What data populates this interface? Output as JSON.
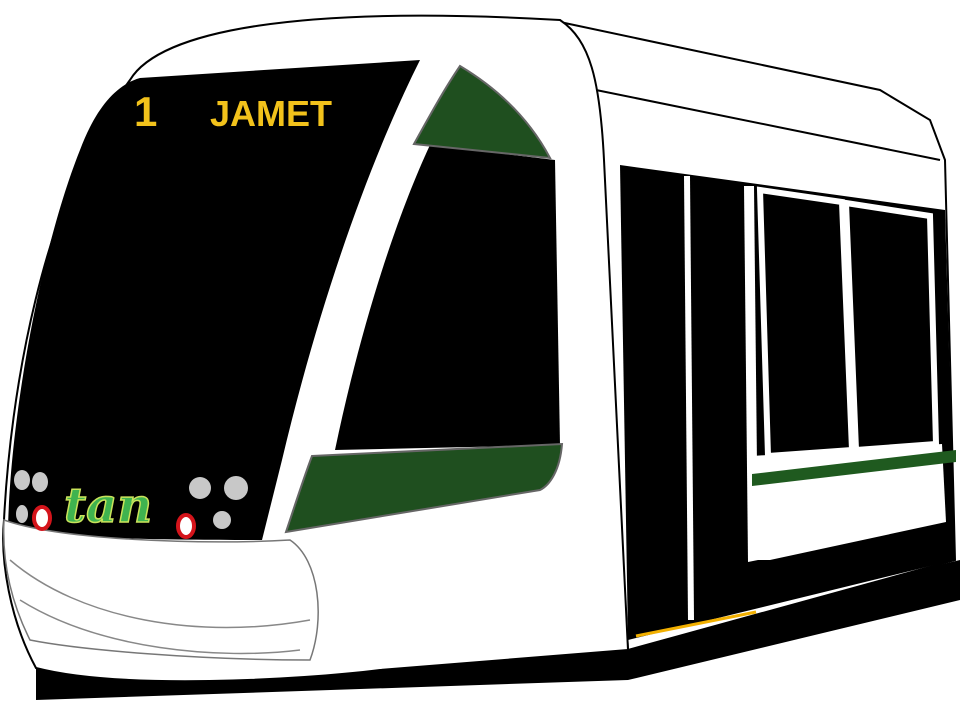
{
  "destination_sign": {
    "line_number": "1",
    "destination": "JAMET",
    "text_color": "#f2c21b"
  },
  "logo": {
    "text": "tan",
    "text_color": "#3fb34f",
    "outline_color": "#c9e35a"
  },
  "colors": {
    "body": "#ffffff",
    "glass": "#000000",
    "accent_green": "#1f4f1f",
    "stripe_green": "#1f5a1f",
    "headlight": "#c8c8c8",
    "tail_light": "#d4141b",
    "step_light": "#f2b000"
  },
  "icons": {
    "headlights": "headlight-icon",
    "tail_lights": "tail-light-icon"
  }
}
